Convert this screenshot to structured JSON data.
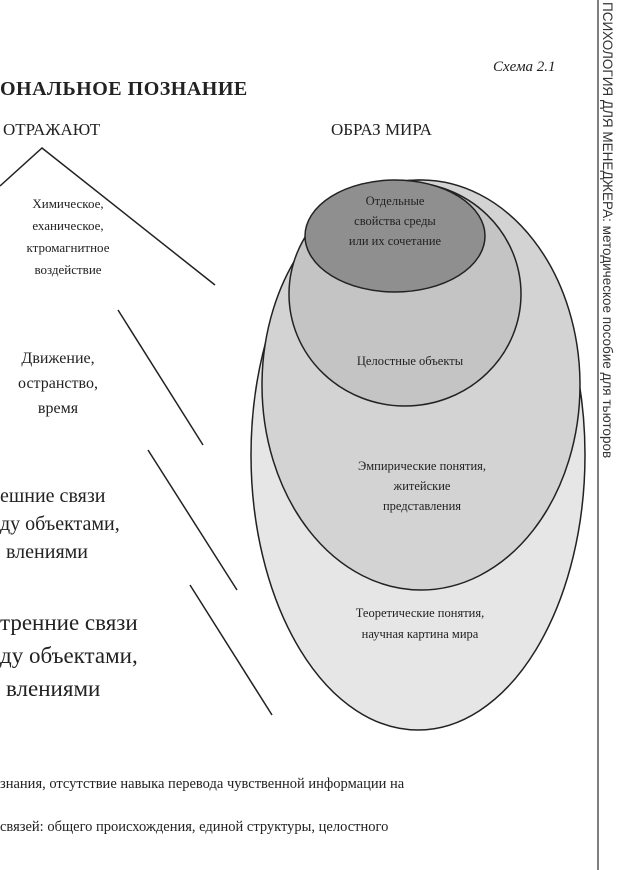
{
  "scheme_label": "Схема 2.1",
  "title": "ОНАЛЬНОЕ ПОЗНАНИЕ",
  "left_heading": "ОТРАЖАЮТ",
  "right_heading": "ОБРАЗ МИРА",
  "left_blocks": [
    {
      "lines": [
        "Химическое,",
        "еханическое,",
        "ктромагнитное",
        "воздействие"
      ]
    },
    {
      "lines": [
        "Движение,",
        "остранство,",
        "время"
      ]
    },
    {
      "lines": [
        "ешние связи",
        "ду объектами,",
        "влениями"
      ]
    },
    {
      "lines": [
        "тренние связи",
        "ду объектами,",
        "влениями"
      ]
    }
  ],
  "ellipses": [
    {
      "lines": [
        "Теоретические понятия,",
        "научная картина мира"
      ],
      "fill": "#e6e6e6"
    },
    {
      "lines": [
        "Эмпирические понятия,",
        "житейские",
        "представления"
      ],
      "fill": "#d3d3d3"
    },
    {
      "lines": [
        "Целостные объекты"
      ],
      "fill": "#c4c4c4"
    },
    {
      "lines": [
        "Отдельные",
        "свойства среды",
        "или их сочетание"
      ],
      "fill": "#8f8f8f"
    }
  ],
  "body_text": [
    "знания, отсутствие навыка перевода чувственной информации на",
    "связей: общего происхождения, единой структуры, целостного"
  ],
  "running_header": "ПСИХОЛОГИЯ ДЛЯ МЕНЕДЖЕРА: методическое пособие для тьюторов"
}
